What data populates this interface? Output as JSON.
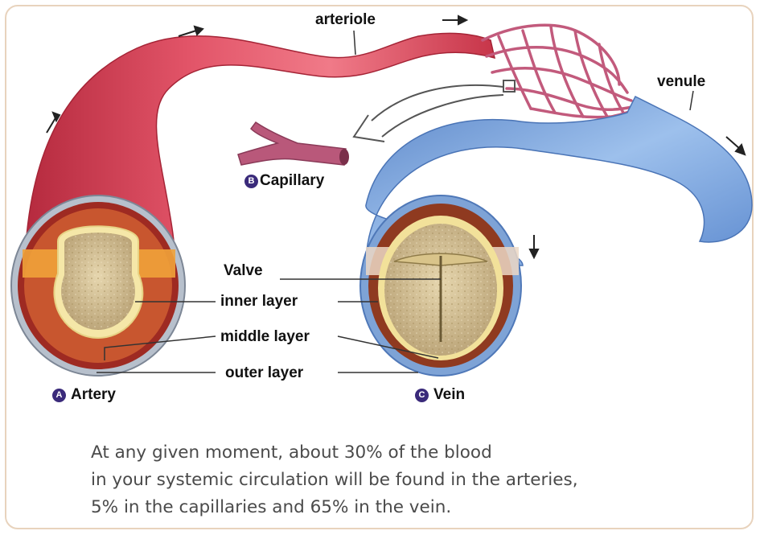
{
  "labels": {
    "arteriole": "arteriole",
    "venule": "venule",
    "capillary": "Capillary",
    "valve": "Valve",
    "inner_layer": "inner layer",
    "middle_layer": "middle layer",
    "outer_layer": "outer layer",
    "artery": "Artery",
    "vein": "Vein"
  },
  "badges": {
    "a": "A",
    "b": "B",
    "c": "C"
  },
  "caption": {
    "line1": "At any given moment, about 30% of the blood",
    "line2": "in your systemic circulation will be found in the arteries,",
    "line3": "5% in the capillaries and 65% in the vein."
  },
  "colors": {
    "artery": "#d9455a",
    "vein": "#7ea7de",
    "capillary": "#b9587a",
    "badge": "#3a2a7a",
    "frame": "#e8d3bd"
  },
  "icons": [
    "flow-arrow-icon",
    "pointer-arrow-icon"
  ]
}
